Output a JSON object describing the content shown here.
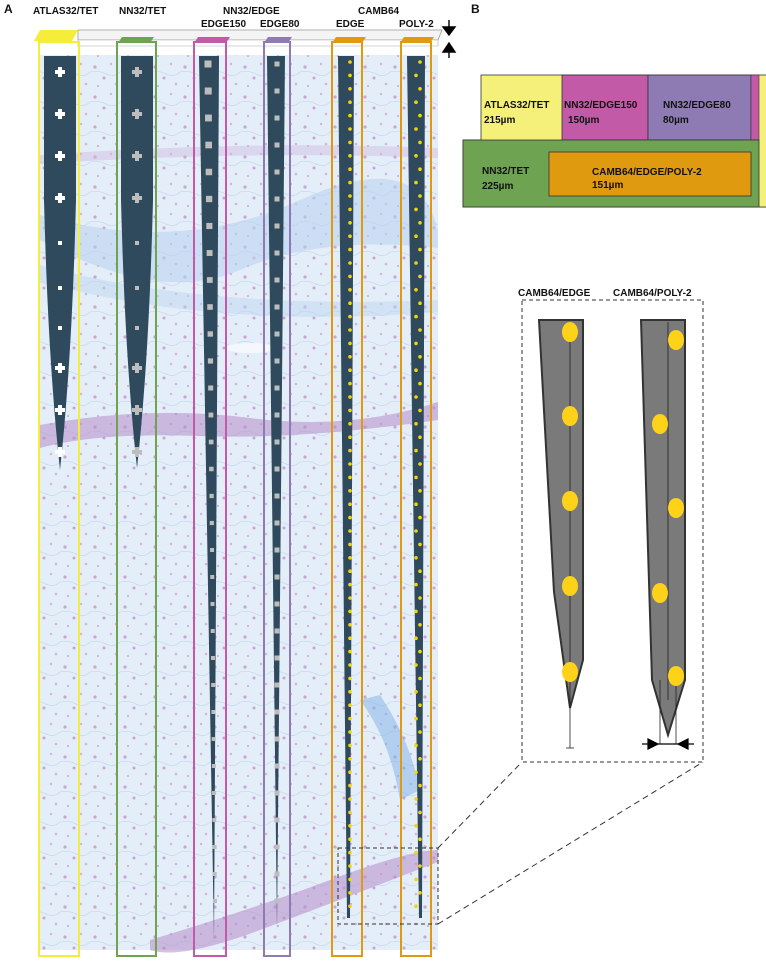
{
  "panels": {
    "a": "A",
    "b": "B"
  },
  "panel_a": {
    "labels": {
      "atlas": "ATLAS32/TET",
      "nn32tet": "NN32/TET",
      "nn32edge_group": "NN32/EDGE",
      "edge150": "EDGE150",
      "edge80": "EDGE80",
      "camb64_group": "CAMB64",
      "camb_edge": "EDGE",
      "camb_poly2": "POLY-2"
    },
    "colors": {
      "atlas": "#f5f07a",
      "nn32tet": "#6ea352",
      "edge150": "#c35aa8",
      "edge80": "#8f7bb4",
      "camb64": "#e09a10",
      "probe": "#2e4a5c",
      "site_cross": "#ffffff",
      "site_square": "#bdbdbd",
      "site_camb": "#f2d40f"
    }
  },
  "panel_b": {
    "rows": [
      {
        "name": "ATLAS32/TET",
        "value": "215µm",
        "color": "#f5f07a"
      },
      {
        "name": "NN32/EDGE150",
        "value": "150µm",
        "color": "#c35aa8"
      },
      {
        "name": "NN32/EDGE80",
        "value": "80µm",
        "color": "#8f7bb4"
      },
      {
        "name": "NN32/TET",
        "value": "225µm",
        "color": "#6ea352"
      },
      {
        "name": "CAMB64/EDGE/POLY-2",
        "value": "151µm",
        "color": "#e09a10"
      }
    ]
  },
  "inset": {
    "label_edge": "CAMB64/EDGE",
    "label_poly": "CAMB64/POLY-2",
    "shank_color": "#7a7a7a",
    "site_color": "#ffd21a"
  }
}
